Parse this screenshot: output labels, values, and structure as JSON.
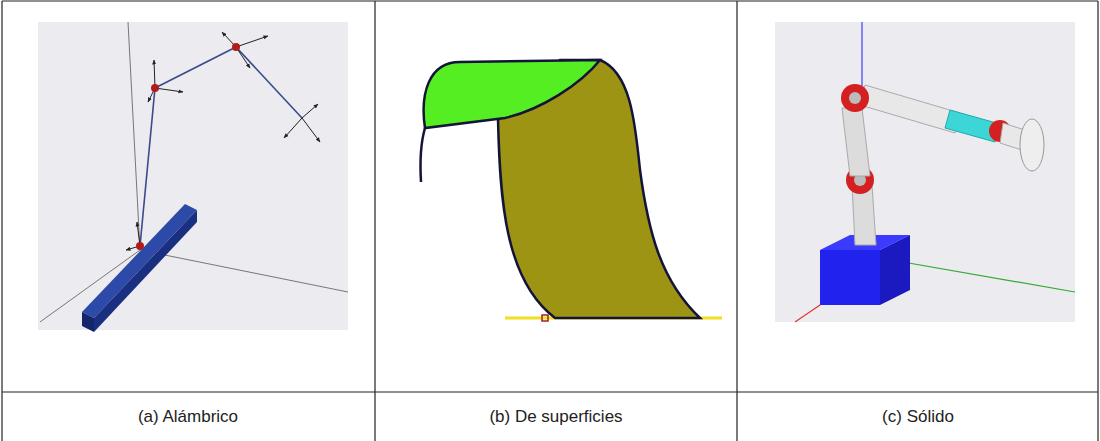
{
  "diagram": {
    "labels": [
      "(a) Alámbrico",
      "(b) De superficies",
      "(c) Sólido"
    ]
  }
}
